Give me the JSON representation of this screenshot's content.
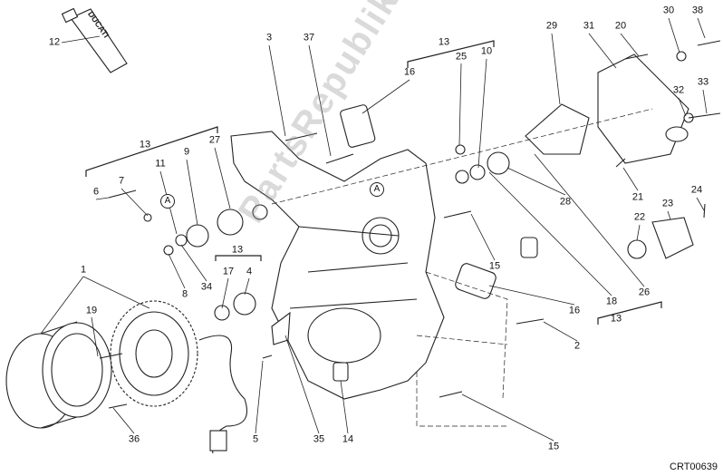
{
  "diagram": {
    "tube_brand": "DUCATI",
    "watermark": "PartsRepublik",
    "drawing_code": "CRT00639",
    "labels": [
      "12",
      "3",
      "37",
      "13",
      "16",
      "25",
      "10",
      "29",
      "31",
      "20",
      "30",
      "38",
      "32",
      "33",
      "13",
      "9",
      "27",
      "11",
      "7",
      "6",
      "A",
      "A",
      "28",
      "21",
      "22",
      "23",
      "24",
      "15",
      "18",
      "26",
      "13",
      "16",
      "2",
      "13",
      "17",
      "4",
      "8",
      "34",
      "1",
      "19",
      "36",
      "5",
      "35",
      "14",
      "15"
    ]
  }
}
